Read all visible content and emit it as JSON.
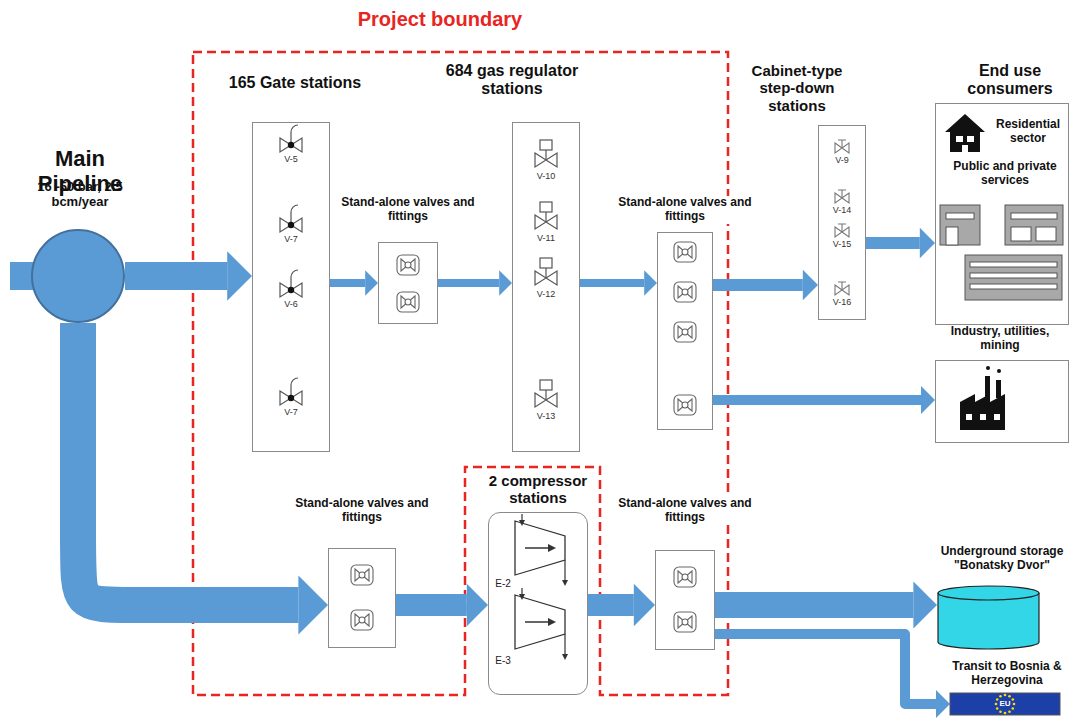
{
  "diagram": {
    "title": "Project boundary",
    "nodes": [
      {
        "text": [
          "Main Pipeline",
          "16 -50 bar, 2.5 bcm/year"
        ]
      },
      {
        "text": [
          "165 Gate stations"
        ]
      },
      {
        "text": [
          "Stand-alone valves and fittings"
        ]
      },
      {
        "text": [
          "684 gas regulator stations"
        ]
      },
      {
        "text": [
          "Stand-alone valves and fittings"
        ]
      },
      {
        "text": [
          "Cabinet-type step-down stations"
        ]
      },
      {
        "text": [
          "End use consumers",
          "Residential sector",
          "Public and private services"
        ]
      },
      {
        "text": [
          "Industry, utilities, mining"
        ]
      },
      {
        "text": [
          "Stand-alone valves and fittings"
        ]
      },
      {
        "text": [
          "2 compressor stations"
        ]
      },
      {
        "text": [
          "Stand-alone valves and fittings"
        ]
      },
      {
        "text": [
          "Underground storage \"Bonatsky Dvor\""
        ]
      },
      {
        "text": [
          "Transit to Bosnia & Herzegovina"
        ]
      }
    ],
    "edges": [
      {
        "from": 0,
        "to": 1,
        "arrow": "to"
      },
      {
        "from": 1,
        "to": 2,
        "arrow": "to"
      },
      {
        "from": 2,
        "to": 3,
        "arrow": "to"
      },
      {
        "from": 3,
        "to": 4,
        "arrow": "to"
      },
      {
        "from": 4,
        "to": 5,
        "arrow": "to"
      },
      {
        "from": 5,
        "to": 6,
        "arrow": "to"
      },
      {
        "from": 4,
        "to": 7,
        "arrow": "to"
      },
      {
        "from": 0,
        "to": 8,
        "arrow": "to"
      },
      {
        "from": 8,
        "to": 9,
        "arrow": "to"
      },
      {
        "from": 9,
        "to": 10,
        "arrow": "to"
      },
      {
        "from": 10,
        "to": 11,
        "arrow": "to"
      },
      {
        "from": 10,
        "to": 12,
        "arrow": "to"
      }
    ],
    "labels": [
      "V-5",
      "V-7",
      "V-6",
      "V-7",
      "V-10",
      "V-11",
      "V-12",
      "V-13",
      "V-9",
      "V-14",
      "V-15",
      "V-16",
      "E-2",
      "E-3",
      "EU"
    ]
  }
}
